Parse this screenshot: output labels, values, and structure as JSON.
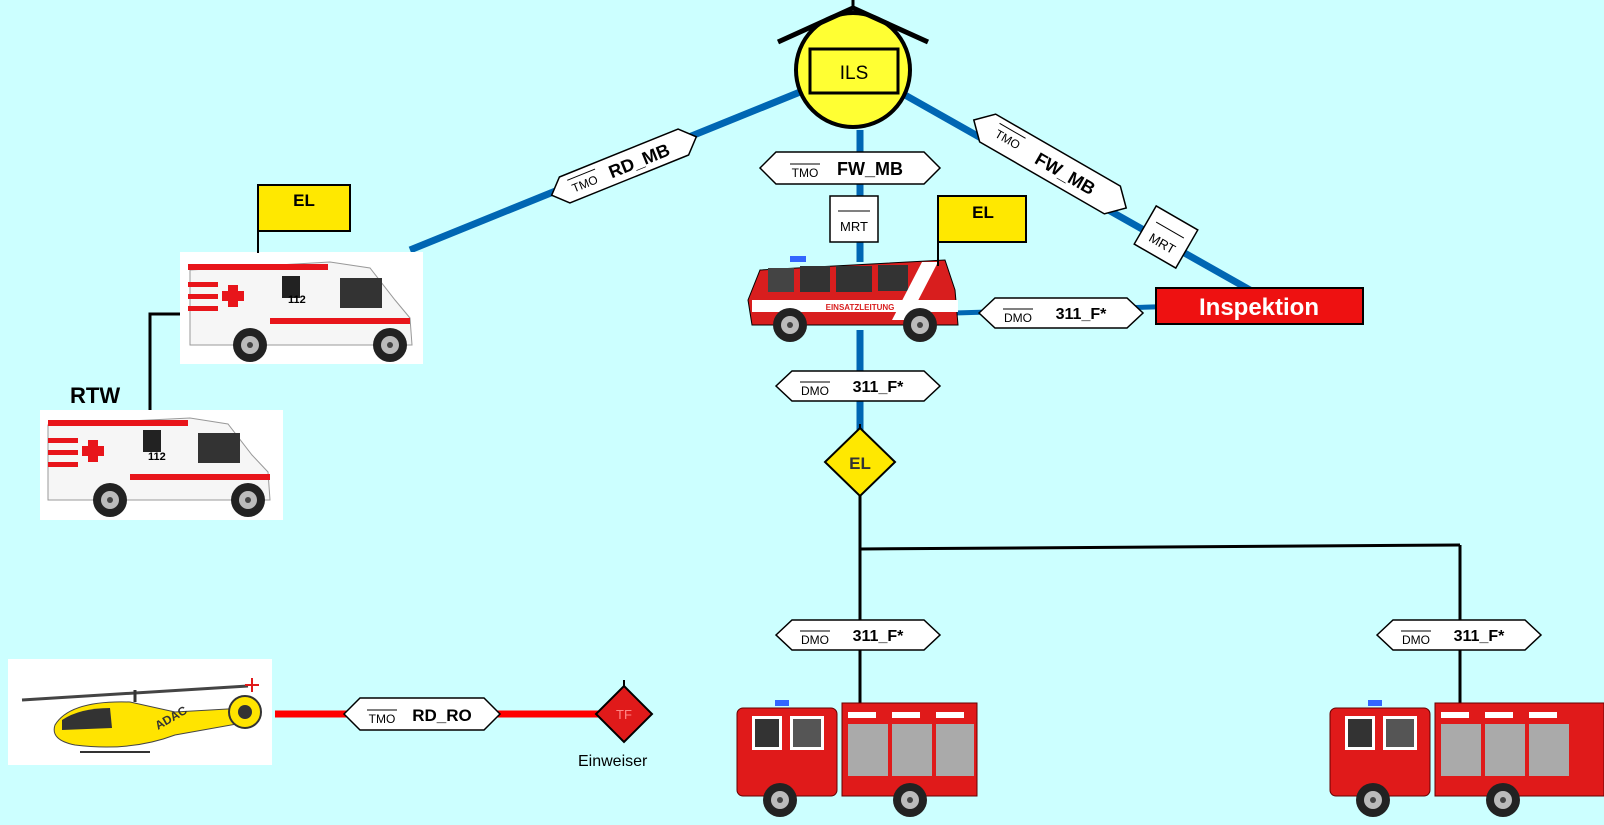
{
  "nodes": {
    "ils": {
      "label": "ILS"
    },
    "el_flag_left": {
      "label": "EL"
    },
    "el_flag_center": {
      "label": "EL"
    },
    "rtw_label": {
      "label": "RTW"
    },
    "inspektion": {
      "label": "Inspektion"
    },
    "el_diamond": {
      "label": "EL"
    },
    "tf_diamond": {
      "label": "TF"
    },
    "einweiser": {
      "label": "Einweiser"
    },
    "mrt_center": {
      "label": "MRT"
    },
    "mrt_right": {
      "label": "MRT"
    }
  },
  "links": {
    "rd_mb": {
      "prefix": "TMO",
      "name": "RD_MB"
    },
    "fw_mb_center": {
      "prefix": "TMO",
      "name": "FW_MB"
    },
    "fw_mb_right": {
      "prefix": "TMO",
      "name": "FW_MB"
    },
    "dmo_inspektion": {
      "prefix": "DMO",
      "name": "311_F*"
    },
    "dmo_el": {
      "prefix": "DMO",
      "name": "311_F*"
    },
    "dmo_truck1": {
      "prefix": "DMO",
      "name": "311_F*"
    },
    "dmo_truck2": {
      "prefix": "DMO",
      "name": "311_F*"
    },
    "rd_ro": {
      "prefix": "TMO",
      "name": "RD_RO"
    }
  },
  "vehicle_text": {
    "ambulance_number": "112",
    "van_text": "EINSATZLEITUNG",
    "heli_text": "ADAC"
  },
  "colors": {
    "background": "#CCFFFF",
    "radio_link": "#0066B3",
    "red_link": "#FF0000",
    "flag_yellow": "#FFE800",
    "ils_yellow": "#FFFF33",
    "inspektion_red": "#EE1111"
  }
}
